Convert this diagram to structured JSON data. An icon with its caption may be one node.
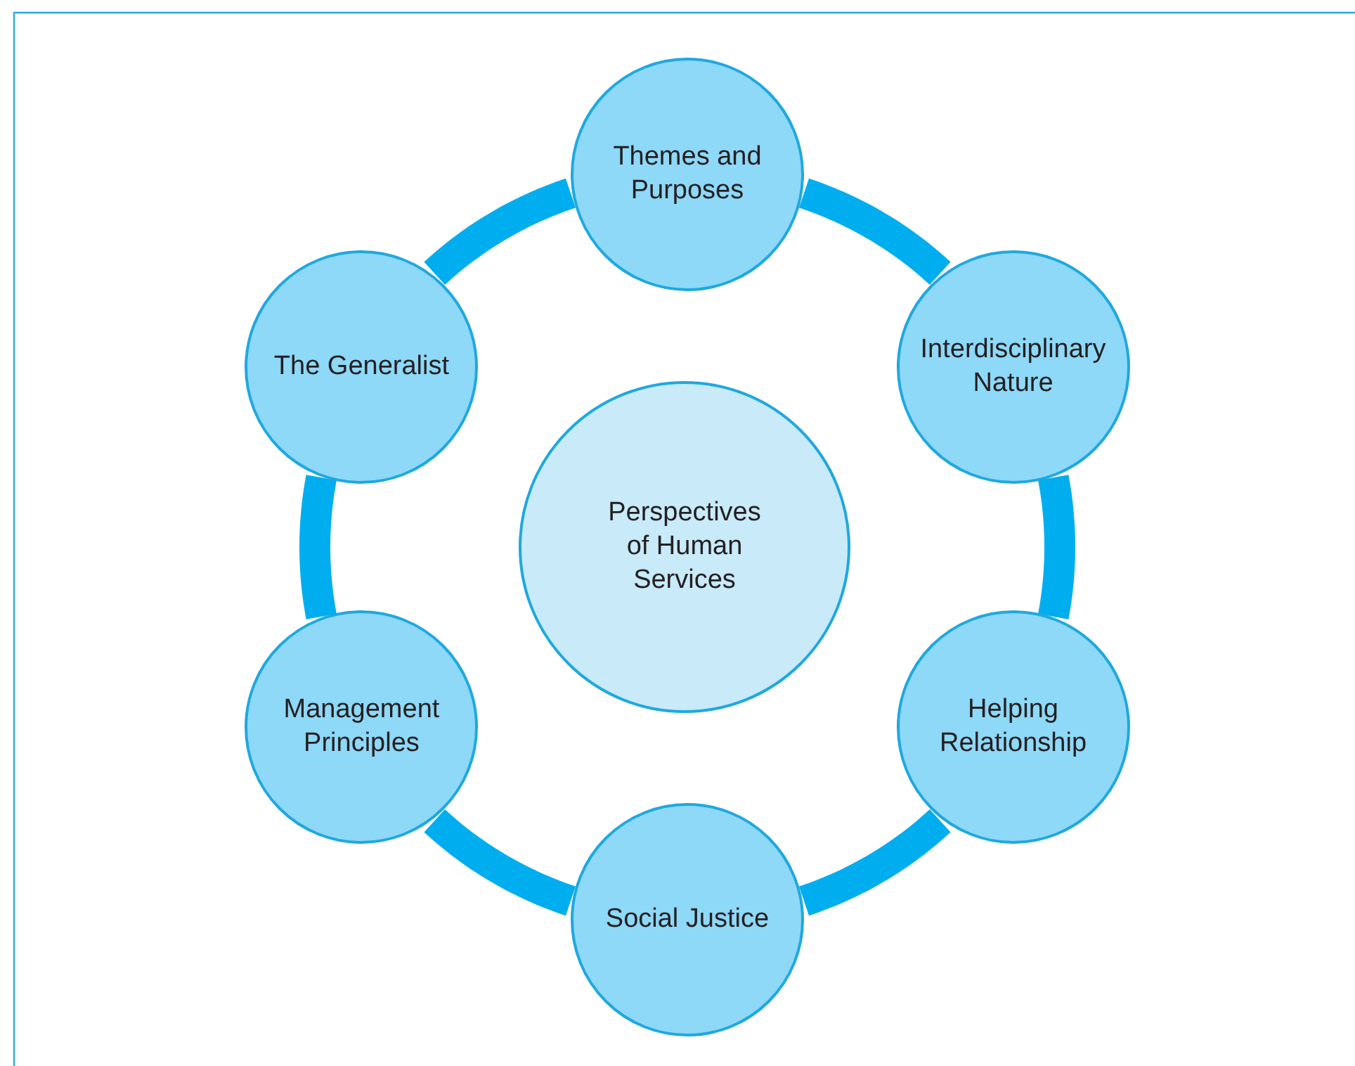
{
  "diagram": {
    "nodes": [
      {
        "text": [
          "Perspectives of Human Services"
        ]
      },
      {
        "text": [
          "Themes and Purposes"
        ]
      },
      {
        "text": [
          "Interdisciplinary Nature"
        ]
      },
      {
        "text": [
          "Helping Relationship"
        ]
      },
      {
        "text": [
          "Social Justice"
        ]
      },
      {
        "text": [
          "Management Principles"
        ]
      },
      {
        "text": [
          "The Generalist"
        ]
      }
    ],
    "edges": [
      {
        "from": 1,
        "to": 2,
        "arrow": "none"
      },
      {
        "from": 2,
        "to": 3,
        "arrow": "none"
      },
      {
        "from": 3,
        "to": 4,
        "arrow": "none"
      },
      {
        "from": 4,
        "to": 5,
        "arrow": "none"
      },
      {
        "from": 5,
        "to": 6,
        "arrow": "none"
      },
      {
        "from": 6,
        "to": 1,
        "arrow": "none"
      }
    ]
  }
}
